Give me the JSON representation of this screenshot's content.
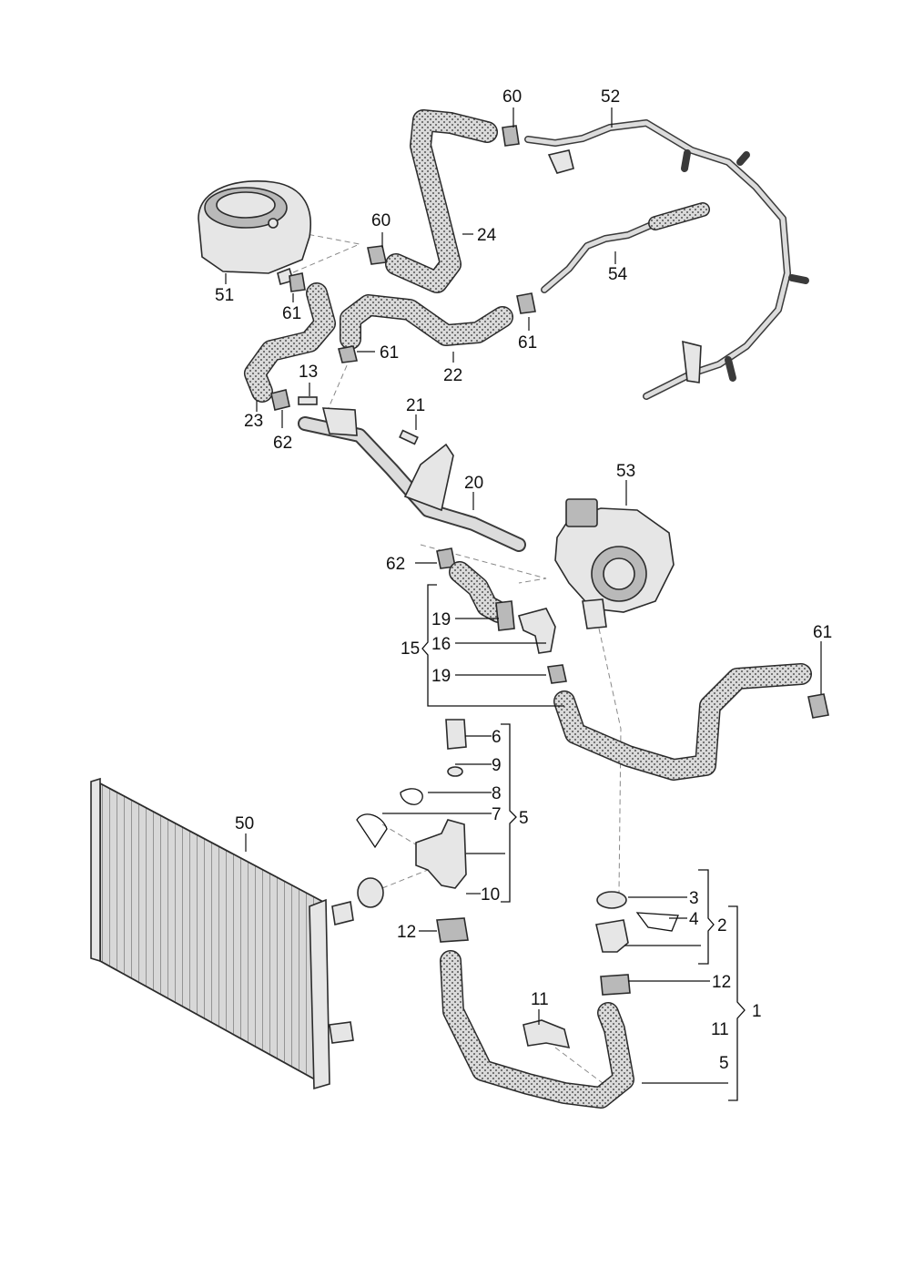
{
  "callouts": {
    "c60a": "60",
    "c52": "52",
    "c60b": "60",
    "c24": "24",
    "c51": "51",
    "c61a": "61",
    "c54": "54",
    "c61b": "61",
    "c61c": "61",
    "c13": "13",
    "c22": "22",
    "c23": "23",
    "c62a": "62",
    "c21": "21",
    "c20": "20",
    "c53": "53",
    "c62b": "62",
    "c19a": "19",
    "c15": "15",
    "c16": "16",
    "c19b": "19",
    "c61d": "61",
    "c6": "6",
    "c9": "9",
    "c8": "8",
    "c7": "7",
    "c5a": "5",
    "c50": "50",
    "c10": "10",
    "c3": "3",
    "c4": "4",
    "c2": "2",
    "c12a": "12",
    "c12b": "12",
    "c1": "1",
    "c11a": "11",
    "c11b": "11",
    "c5b": "5"
  }
}
